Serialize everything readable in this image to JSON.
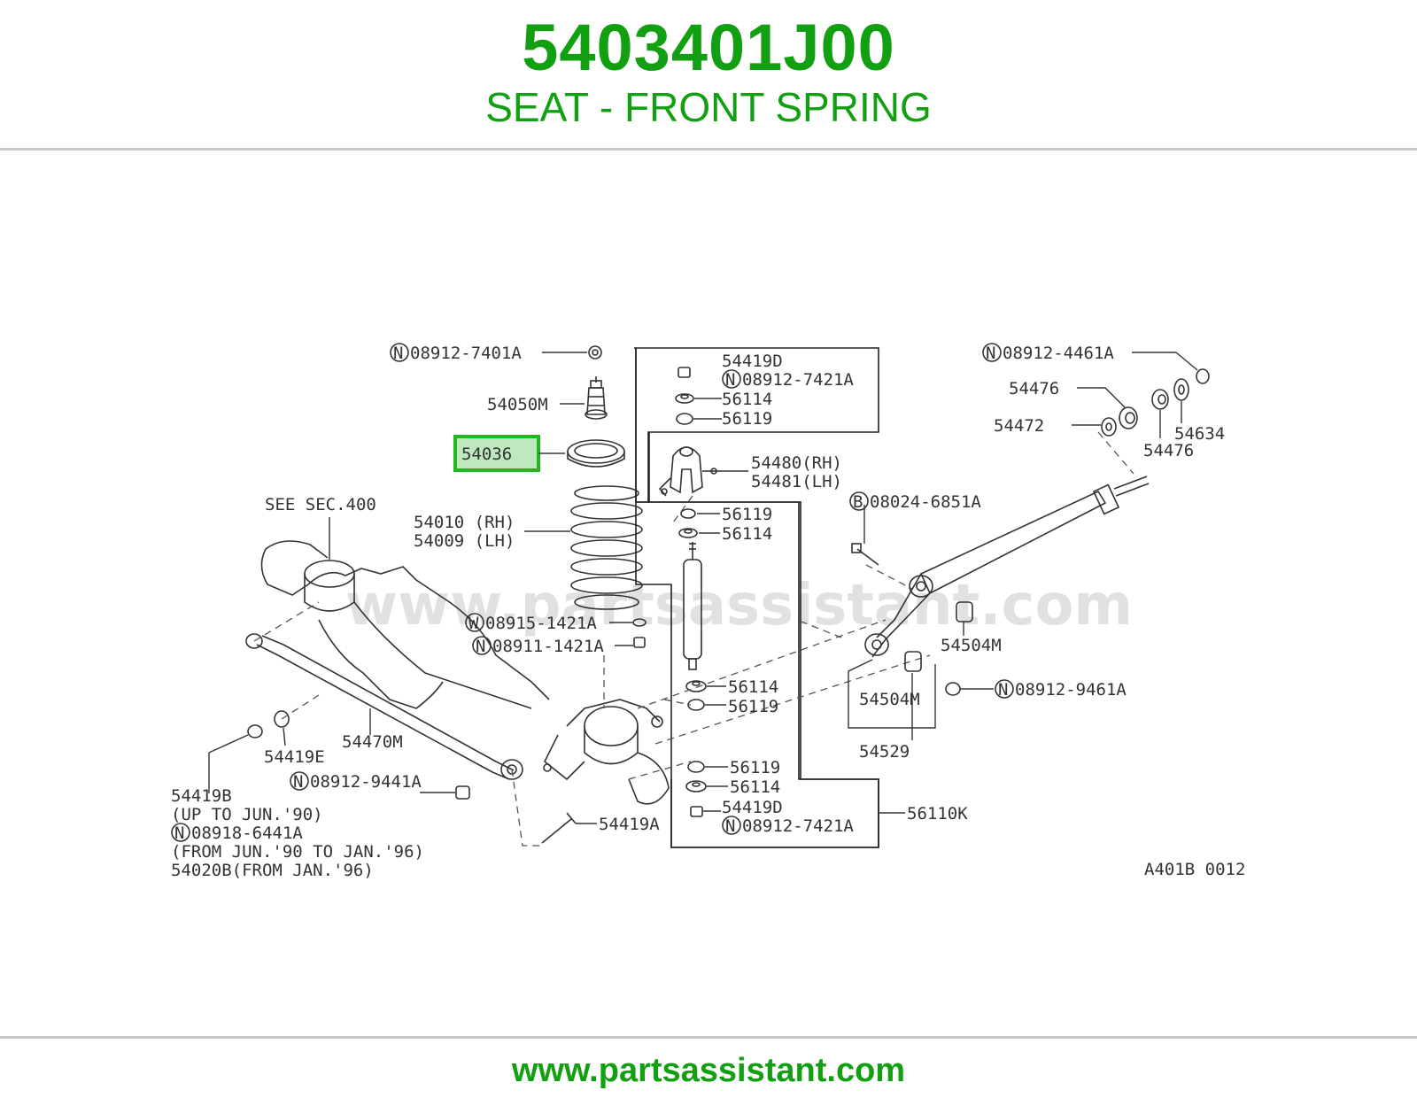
{
  "header": {
    "part_number": "5403401J00",
    "part_name": "SEAT - FRONT SPRING"
  },
  "footer": {
    "url": "www.partsassistant.com"
  },
  "diagram": {
    "watermark": "www.partsassistant.com",
    "figure_code": "A401B 0012",
    "highlight_color": "#22b822",
    "highlighted_label": "54036",
    "labels": {
      "l_089127401a": "08912-7401A",
      "l_54050m": "54050M",
      "l_54036": "54036",
      "l_see_sec": "SEE SEC.400",
      "l_54010": "54010 (RH)",
      "l_54009": "54009 (LH)",
      "l_089151421a": "08915-1421A",
      "l_089111421a": "08911-1421A",
      "l_54419d_top": "54419D",
      "l_089127421a_top": "08912-7421A",
      "l_56114_a": "56114",
      "l_56119_a": "56119",
      "l_54480": "54480(RH)",
      "l_54481": "54481(LH)",
      "l_56119_b": "56119",
      "l_56114_b": "56114",
      "l_56114_c": "56114",
      "l_56119_c": "56119",
      "l_56119_d": "56119",
      "l_56114_d": "56114",
      "l_54419d_bot": "54419D",
      "l_089127421a_bot": "08912-7421A",
      "l_56110k": "56110K",
      "l_54419a": "54419A",
      "l_089124461a": "08912-4461A",
      "l_54476_a": "54476",
      "l_54472": "54472",
      "l_54634": "54634",
      "l_54476_b": "54476",
      "l_080246851a": "08024-6851A",
      "l_54504m_a": "54504M",
      "l_089129461a": "08912-9461A",
      "l_54504m_b": "54504M",
      "l_54529": "54529",
      "l_54419e": "54419E",
      "l_54470m": "54470M",
      "l_089129441a": "08912-9441A",
      "l_54419b": "54419B",
      "l_up_to": "(UP TO JUN.'90)",
      "l_089186441a": "08918-6441A",
      "l_from_to": "(FROM JUN.'90 TO JAN.'96)",
      "l_54020b": "54020B(FROM JAN.'96)"
    },
    "prefix_marks": {
      "n": "N",
      "w": "W",
      "b": "B"
    }
  }
}
